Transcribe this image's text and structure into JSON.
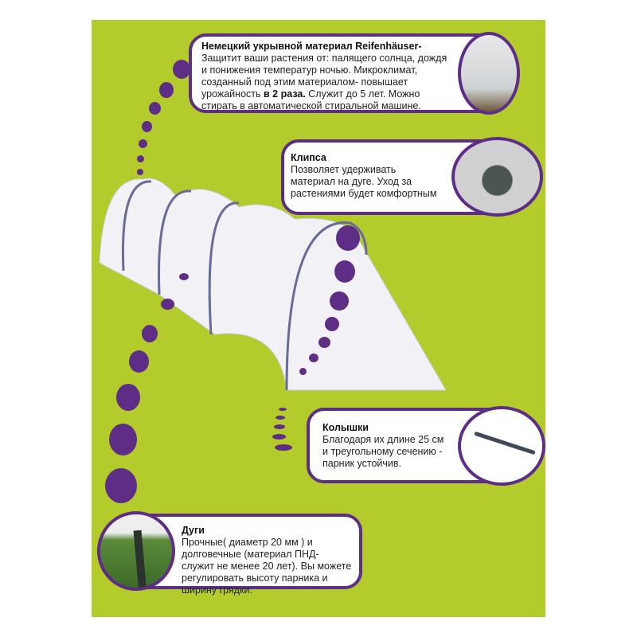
{
  "colors": {
    "background": "#b3cb2b",
    "accent": "#5e2d86"
  },
  "features": [
    {
      "title": "Немецкий укрывной материал Reifenhäuser-",
      "text": "Защитит ваши растения от: палящего солнца, дождя и понижения температур ночью. Микроклимат, созданный под этим материалом- повышает урожайность",
      "bold": "в 2 раза.",
      "text2": " Служит до 5 лет. Можно стирать в автоматической стиральной машине."
    },
    {
      "title": "Клипса",
      "text": "Позволяет удерживать материал на дуге. Уход за растениями будет комфортным"
    },
    {
      "title": "Колышки",
      "text": "Благодаря их длине 25 см и треугольному сечению - парник устойчив."
    },
    {
      "title": "Дуги",
      "text": "Прочные( диаметр 20 мм ) и долговечные (материал ПНД- служит не менее 20 лет). Вы можете регулировать высоту парника и ширину грядки."
    }
  ]
}
